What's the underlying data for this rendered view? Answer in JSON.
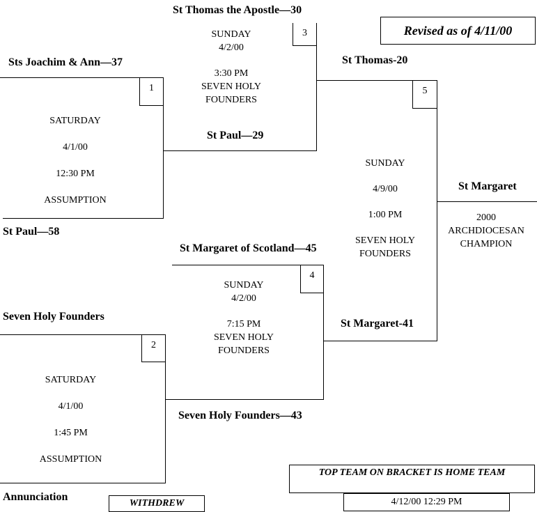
{
  "revised": "Revised as of 4/11/00",
  "games": [
    {
      "number": "1",
      "day": "SATURDAY",
      "date": "4/1/00",
      "time": "12:30 PM",
      "site": "ASSUMPTION",
      "top_team": "Sts Joachim & Ann—37",
      "bottom_team": "St Paul—58"
    },
    {
      "number": "2",
      "day": "SATURDAY",
      "date": "4/1/00",
      "time": "1:45 PM",
      "site": "ASSUMPTION",
      "top_team": "Seven Holy Founders",
      "bottom_team": "Annunciation"
    },
    {
      "number": "3",
      "day": "SUNDAY",
      "date": "4/2/00",
      "time": "3:30 PM",
      "site1": "SEVEN HOLY",
      "site2": "FOUNDERS",
      "top_team": "St Thomas the Apostle—30",
      "bottom_team": "St Paul—29"
    },
    {
      "number": "4",
      "day": "SUNDAY",
      "date": "4/2/00",
      "time": "7:15 PM",
      "site1": "SEVEN HOLY",
      "site2": "FOUNDERS",
      "top_team": "St Margaret of Scotland—45",
      "bottom_team": "Seven Holy Founders—43"
    },
    {
      "number": "5",
      "day": "SUNDAY",
      "date": "4/9/00",
      "time": "1:00 PM",
      "site1": "SEVEN HOLY",
      "site2": "FOUNDERS",
      "top_team": "St Thomas-20",
      "bottom_team": "St Margaret-41"
    }
  ],
  "champion": {
    "team": "St Margaret",
    "line1": "2000",
    "line2": "ARCHDIOCESAN",
    "line3": "CHAMPION"
  },
  "withdrew": "WITHDREW",
  "note": "TOP TEAM ON BRACKET IS HOME TEAM",
  "timestamp": "4/12/00 12:29 PM"
}
